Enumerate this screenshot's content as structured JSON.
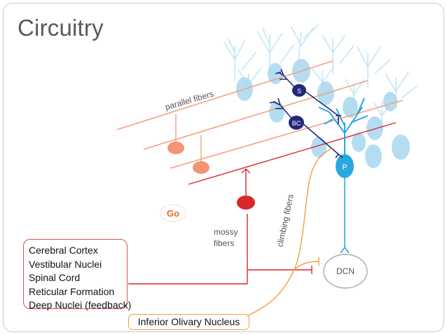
{
  "title": "Circuitry",
  "labels": {
    "parallel_fibers": "parallel fibers",
    "stellate": "S",
    "basket": "BC",
    "purkinje": "P",
    "golgi": "Go",
    "mossy_fibers_line1": "mossy",
    "mossy_fibers_line2": "fibers",
    "climbing_fibers": "climbing fibers",
    "dcn": "DCN"
  },
  "inputs": [
    "Cerebral Cortex",
    "Vestibular Nuclei",
    "Spinal Cord",
    "Reticular Formation",
    "Deep Nuclei (feedback)"
  ],
  "inferior_olive": "Inferior Olivary Nucleus",
  "colors": {
    "pale_blue": "#a8d8f0",
    "purkinje_blue": "#29a8e0",
    "navy": "#23287a",
    "salmon": "#f2a27e",
    "red": "#d8272b",
    "orange": "#f0a040",
    "golgi_text": "#e36b1f"
  }
}
